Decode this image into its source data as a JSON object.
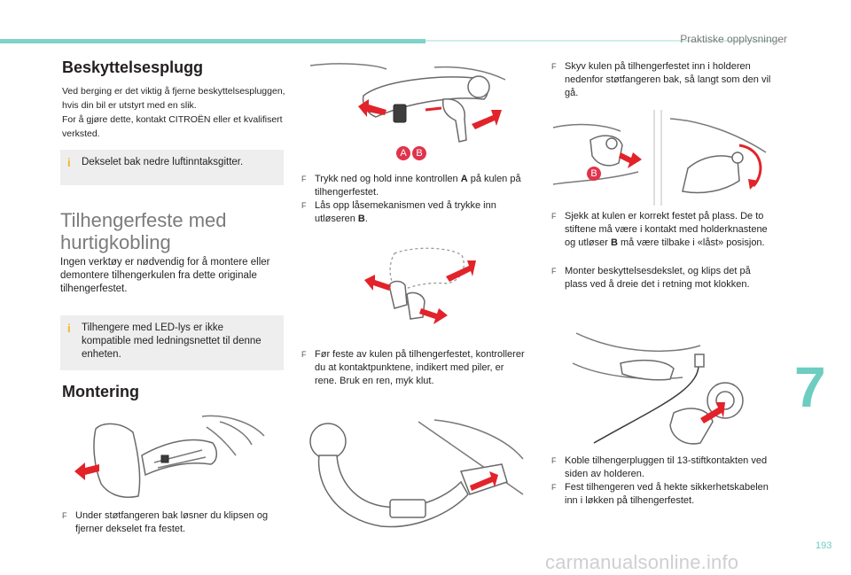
{
  "header": {
    "section": "Praktiske opplysninger"
  },
  "chapter": "7",
  "page_number": "193",
  "watermark": "carmanualsonline.info",
  "left": {
    "title1": "Beskyttelsesplugg",
    "para1_line1": "Ved berging er det viktig å fjerne beskyttelsespluggen,",
    "para1_line2": "hvis din bil er utstyrt med en slik.",
    "para1_line3": "For å gjøre dette, kontakt CITROËN eller et kvalifisert",
    "para1_line4": "verksted.",
    "info1": "Dekselet bak nedre luftinntaksgitter.",
    "title2_line1": "Tilhengerfeste med",
    "title2_line2": "hurtigkobling",
    "para2": "Ingen verktøy er nødvendig for å montere eller demontere tilhengerkulen fra dette originale tilhengerfestet.",
    "info2": "Tilhengere med LED-lys er ikke kompatible med ledningsnettet til denne enheten.",
    "title3": "Montering",
    "step1": "Under støtfangeren bak løsner du klipsen og fjerner dekselet fra festet."
  },
  "middle": {
    "label_a": "A",
    "label_b": "B",
    "step2_pre": "Trykk ned og hold inne kontrollen ",
    "step2_bold": "A",
    "step2_post": " på kulen på tilhengerfestet.",
    "step3_pre": "Lås opp låsemekanismen ved å trykke inn utløseren ",
    "step3_bold": "B",
    "step3_post": ".",
    "step4": "Før feste av kulen på tilhengerfestet, kontrollerer du at kontaktpunktene, indikert med piler, er rene. Bruk en ren, myk klut."
  },
  "right": {
    "label_b": "B",
    "step5": "Skyv kulen på tilhengerfestet inn i holderen nedenfor støtfangeren bak, så langt som den vil gå.",
    "step6_pre": "Sjekk at kulen er korrekt festet på plass. De to stiftene må være i kontakt med holderknastene og utløser ",
    "step6_bold": "B",
    "step6_post": " må være tilbake i «låst» posisjon.",
    "step7": "Monter beskyttelsesdekslet, og klips det på plass ved å dreie det i retning mot klokken.",
    "step8": "Koble tilhengerpluggen til 13-stiftkontakten ved siden av holderen.",
    "step9": "Fest tilhengeren ved å hekte sikkerhetskabelen inn i løkken på tilhengerfestet."
  },
  "icons": {
    "bullet": "F",
    "info": "i"
  },
  "colors": {
    "accent": "#7fd3c8",
    "chapter": "#6ccdc0",
    "arrow": "#e2232a",
    "info_icon": "#f5b320",
    "label_badge": "#e0344c"
  }
}
